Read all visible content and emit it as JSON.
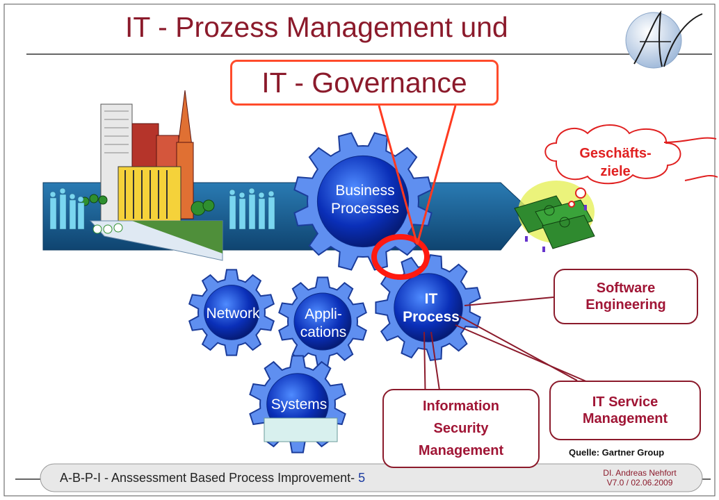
{
  "title": {
    "line1": "IT - Prozess Management und",
    "line2": "IT - Governance"
  },
  "gears": {
    "business": "Business\nProcesses",
    "it_process": "IT\nProcess",
    "network": "Network",
    "applications": "Appli-\ncations",
    "systems": "Systems"
  },
  "callouts": {
    "goals": "Geschäfts-\nziele",
    "software": "Software\nEngineering",
    "service": "IT Service\nManagement",
    "security": "Information\nSecurity\nManagement"
  },
  "source": "Quelle: Gartner Group",
  "footer": {
    "text": "A-B-P-I - Anssessment Based Process Improvement- ",
    "page_number": "5",
    "author": "DI. Andreas Nehfort",
    "version": "V7.0  /  02.06.2009"
  },
  "colors": {
    "title": "#8b1a2b",
    "gear_fill": "#0a2fb8",
    "gear_fill_light": "#2f6cf0",
    "arrow": "#1c5e8c",
    "callout_border": "#8b1a2b",
    "highlight_red": "#ff2a1a"
  }
}
